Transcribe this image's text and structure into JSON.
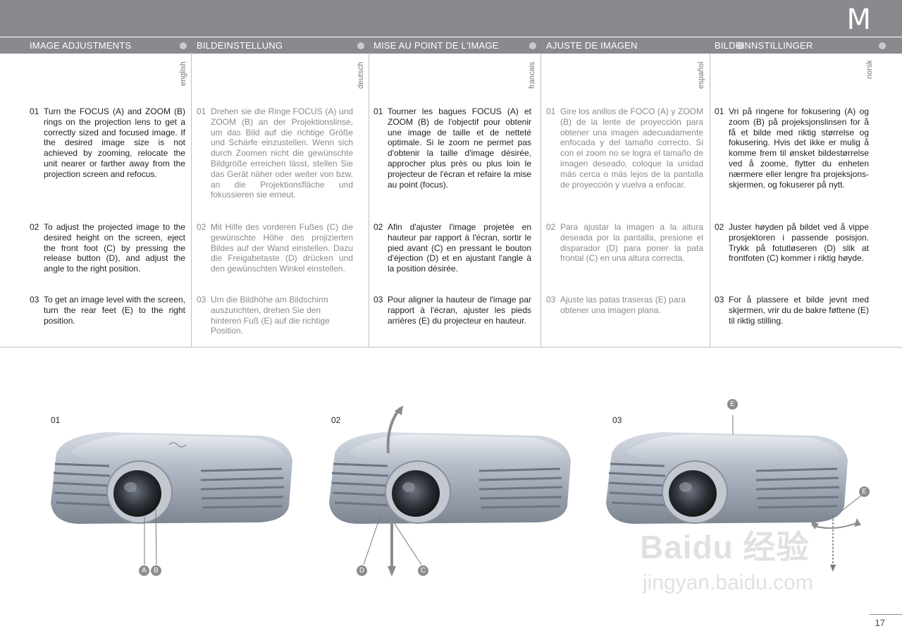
{
  "section_letter": "M",
  "page_number": "17",
  "columns": [
    {
      "header": "IMAGE ADJUSTMENTS",
      "language": "english",
      "paragraphs": [
        {
          "num": "01",
          "text": "Turn the FOCUS (A) and ZOOM (B) rings on the projection lens to get a correctly sized and focused image. If the desired image size is not achieved by zooming, relocate the unit nearer or farther away from the projection screen and refocus."
        },
        {
          "num": "02",
          "text": "To adjust the projected image to the desired height on the screen, eject the front foot (C) by pressing the release button (D), and adjust the angle to the right position."
        },
        {
          "num": "03",
          "text": "To get an image level with the screen, turn the rear feet (E) to the right position."
        }
      ]
    },
    {
      "header": "BILDEINSTELLUNG",
      "language": "deutsch",
      "paragraphs": [
        {
          "num": "01",
          "text": "Drehen sie die Ringe FOCUS (A) und ZOOM (B) an der Projektionslinse, um das Bild auf die richtige Größe und Schärfe einzustellen. Wenn sich durch Zoomen nicht die gewünschte Bildgröße erreichen lässt, stellen Sie das Gerät näher oder weiter von bzw. an die Projektionsfläche und fokussieren sie erneut."
        },
        {
          "num": "02",
          "text": "Mit Hilfe des vorderen Fußes (C) die gewünschte Höhe des projizierten Bildes auf der Wand einstellen. Dazu die Freigabetaste (D) drücken und den gewünschten Winkel einstellen."
        },
        {
          "num": "03",
          "text": "Um die Bildhöhe am Bildschirm auszurichten, drehen Sie den hinteren Fuß (E) auf die richtige Position."
        }
      ]
    },
    {
      "header": "MISE AU POINT DE L'IMAGE",
      "language": "francais",
      "paragraphs": [
        {
          "num": "01",
          "text": "Tourner les bagues FOCUS (A) et ZOOM (B) de l'objectif pour obtenir une image de taille et de netteté optimale. Si le zoom ne permet pas d'obtenir la taille d'image désirée, approcher plus près ou plus loin le projecteur de l'écran et refaire la mise au point (focus)."
        },
        {
          "num": "02",
          "text": "Afin d'ajuster l'image projetée en hauteur par rapport à l'écran, sortir le pied avant (C) en pressant le bouton d'éjection (D) et en ajustant l'angle à la position désirée."
        },
        {
          "num": "03",
          "text": "Pour aligner la hauteur de l'image par rapport à l'écran, ajuster les pieds arrières (E) du projecteur en hauteur."
        }
      ]
    },
    {
      "header": "AJUSTE DE IMAGEN",
      "language": "español",
      "paragraphs": [
        {
          "num": "01",
          "text": "Gire los anillos de FOCO (A) y ZOOM (B) de la lente de proyección para obtener una imagen adecuadamente enfocada y del tamaño correcto. Si con el zoom no se logra el tamaño de imagen deseado, coloque la unidad más cerca o más lejos de la pantalla de proyección y vuelva a enfocar."
        },
        {
          "num": "02",
          "text": "Para ajustar la imagen a la altura deseada por la pantalla, presione el disparador (D) para poner la pata frontal (C) en una altura correcta."
        },
        {
          "num": "03",
          "text": "Ajuste las patas traseras (E) para obtener una imagen plana."
        }
      ]
    },
    {
      "header": "BILDEINNSTILLINGER",
      "language": "norsk",
      "paragraphs": [
        {
          "num": "01",
          "text": "Vri på ringene for fokusering (A) og zoom (B) på projeksjonslinsen for å få et bilde med riktig størrelse og fokusering. Hvis det ikke er mulig å komme frem til ønsket bildestørrelse ved å zoome, flytter du enheten nærmere eller lengre fra projeksjons-skjermen, og fokuserer på nytt."
        },
        {
          "num": "02",
          "text": "Juster høyden på bildet ved å vippe prosjektoren i passende posisjon. Trykk på fotutløseren (D) slik at frontfoten (C) kommer i riktig høyde."
        },
        {
          "num": "03",
          "text": "For å plassere et bilde jevnt med skjermen, vrir du de bakre føttene (E) til riktig stilling."
        }
      ]
    }
  ],
  "figures": {
    "labels": [
      "01",
      "02",
      "03"
    ],
    "callouts": {
      "a": "A",
      "b": "B",
      "c": "C",
      "d": "D",
      "e": "E"
    }
  },
  "watermark": {
    "line1": "Baidu 经验",
    "line2": "jingyan.baidu.com"
  },
  "colors": {
    "band": "#898a8d",
    "dot": "#c9cacc",
    "callout": "#8c8c8c",
    "grey_text": "#8a8a8a"
  }
}
